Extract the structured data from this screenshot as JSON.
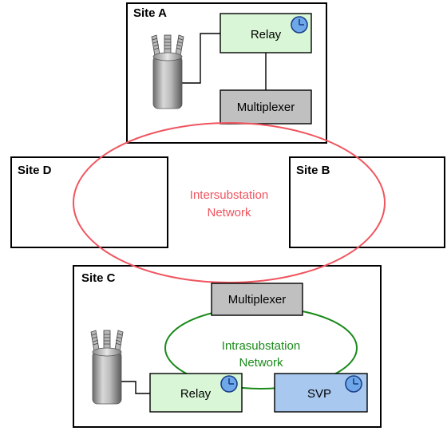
{
  "sites": {
    "a": {
      "title": "Site A"
    },
    "b": {
      "title": "Site B"
    },
    "c": {
      "title": "Site C"
    },
    "d": {
      "title": "Site D"
    }
  },
  "site_a": {
    "relay_label": "Relay",
    "multiplexer_label": "Multiplexer"
  },
  "site_c": {
    "multiplexer_label": "Multiplexer",
    "relay_label": "Relay",
    "svp_label": "SVP"
  },
  "networks": {
    "inter": {
      "line1": "Intersubstation",
      "line2": "Network"
    },
    "intra": {
      "line1": "Intrasubstation",
      "line2": "Network"
    }
  },
  "colors": {
    "relay_fill": "#d9f7d6",
    "multiplexer_fill": "#c0c0c0",
    "svp_fill": "#a8c8f0",
    "clock_fill": "#6fa8e8",
    "inter_network": "#f0545e",
    "intra_network": "#1a8a1a",
    "inter_text": "#f0545e",
    "intra_text": "#1a8a1a"
  },
  "icons": {
    "clock": "clock-icon",
    "transformer": "transformer-icon"
  }
}
